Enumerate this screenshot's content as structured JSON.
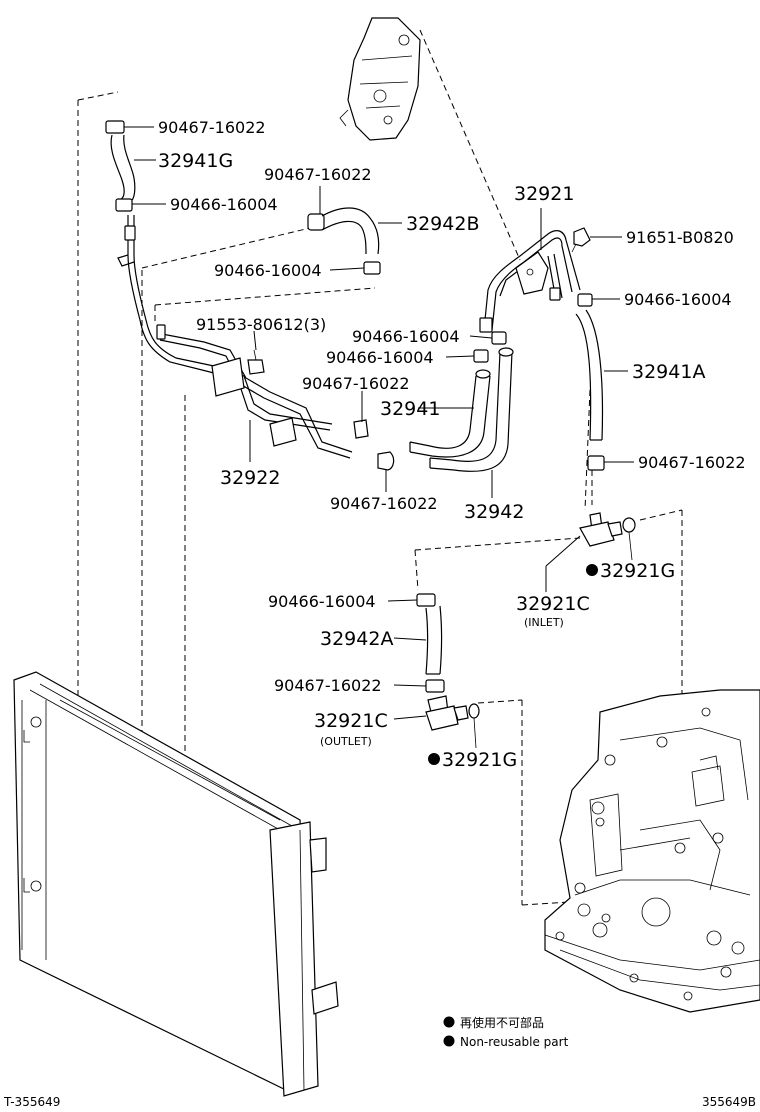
{
  "labels": {
    "l1": "90467-16022",
    "l2": "32941G",
    "l3": "90467-16022",
    "l4": "90466-16004",
    "l5": "32942B",
    "l6": "32921",
    "l7": "91651-B0820",
    "l8": "90466-16004",
    "l9": "90466-16004",
    "l10": "91553-80612(3)",
    "l11": "90466-16004",
    "l12": "90466-16004",
    "l13": "90467-16022",
    "l14": "32941A",
    "l15": "32941",
    "l16": "32922",
    "l17": "90467-16022",
    "l18": "90467-16022",
    "l19": "32942",
    "l20": "32921G",
    "l21": "32921C",
    "l22": "(INLET)",
    "l23": "90466-16004",
    "l24": "32942A",
    "l25": "90467-16022",
    "l26": "32921C",
    "l27": "(OUTLET)",
    "l28": "32921G"
  },
  "legend": {
    "jp": "再使用不可部品",
    "en": "Non-reusable part"
  },
  "footer": {
    "left": "T-355649",
    "right": "355649B"
  }
}
